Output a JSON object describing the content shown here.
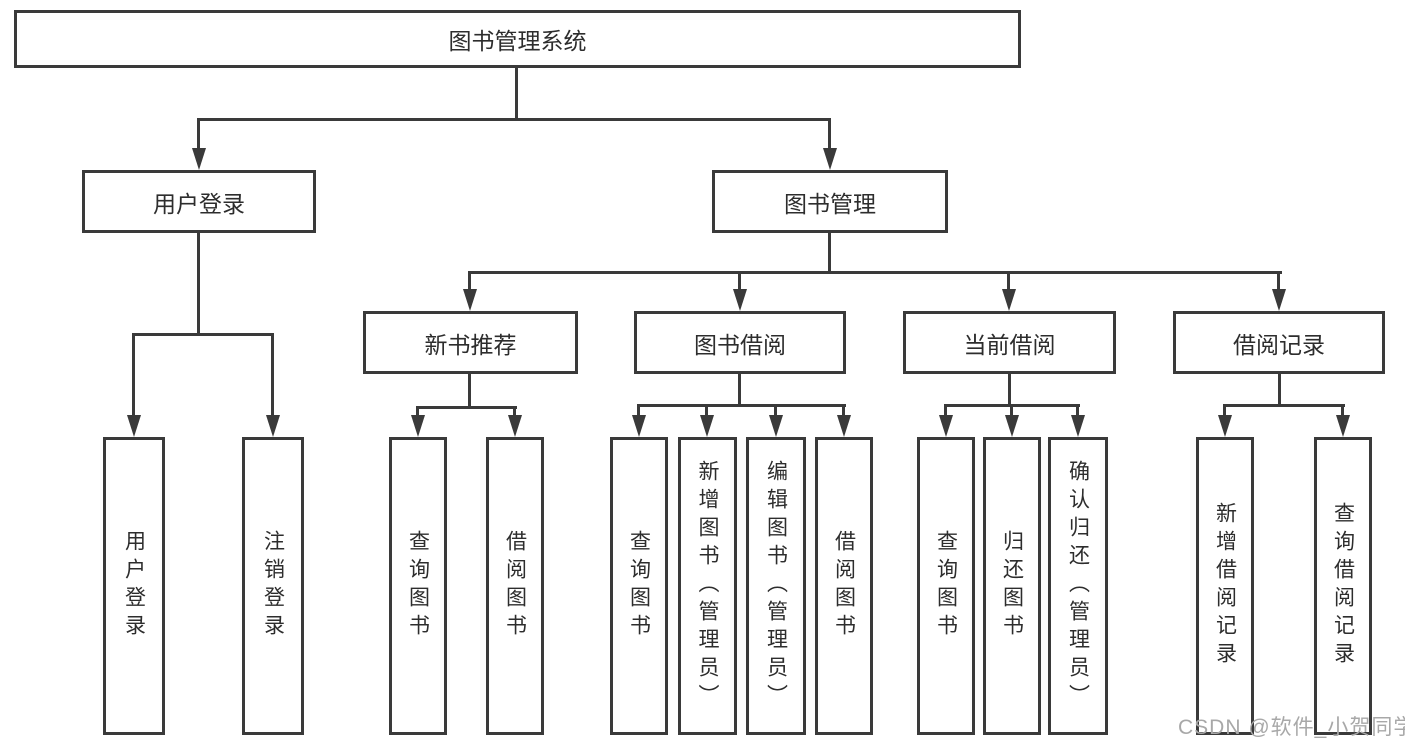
{
  "root": {
    "label": "图书管理系统"
  },
  "branches": [
    {
      "label": "用户登录",
      "children": [
        {
          "label": "用户登录"
        },
        {
          "label": "注销登录"
        }
      ]
    },
    {
      "label": "图书管理",
      "children": [
        {
          "label": "新书推荐",
          "children": [
            {
              "label": "查询图书"
            },
            {
              "label": "借阅图书"
            }
          ]
        },
        {
          "label": "图书借阅",
          "children": [
            {
              "label": "查询图书"
            },
            {
              "label": "新增图书（管理员）"
            },
            {
              "label": "编辑图书（管理员）"
            },
            {
              "label": "借阅图书"
            }
          ]
        },
        {
          "label": "当前借阅",
          "children": [
            {
              "label": "查询图书"
            },
            {
              "label": "归还图书"
            },
            {
              "label": "确认归还（管理员）"
            }
          ]
        },
        {
          "label": "借阅记录",
          "children": [
            {
              "label": "新增借阅记录"
            },
            {
              "label": "查询借阅记录"
            }
          ]
        }
      ]
    }
  ],
  "watermark": {
    "text": "CSDN @软件_小贺同学"
  },
  "colors": {
    "line": "#3a3a3a",
    "text": "#2d2d2d",
    "watermark": "#a8a8a8"
  }
}
